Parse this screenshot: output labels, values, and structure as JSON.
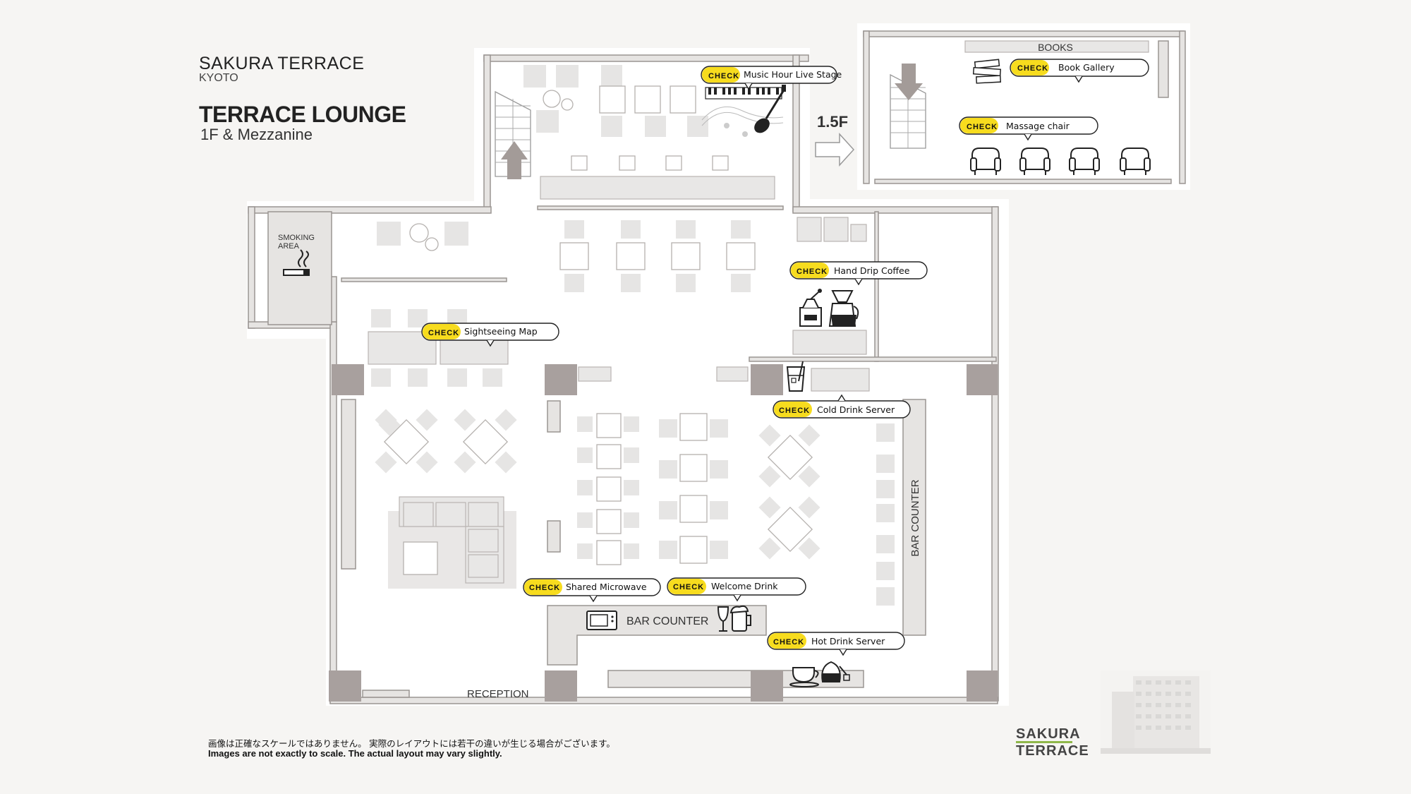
{
  "header": {
    "brand": "SAKURA TERRACE",
    "city": "KYOTO",
    "title": "TERRACE LOUNGE",
    "subtitle": "1F & Mezzanine"
  },
  "map": {
    "smoking_line1": "SMOKING",
    "smoking_line2": "AREA",
    "mezzanine_level": "1.5F",
    "books_label": "BOOKS",
    "reception_label": "RECEPTION",
    "bar_counter_label": "BAR COUNTER",
    "bar_counter_vertical_label": "BAR COUNTER",
    "check_badge": "CHECK",
    "callouts": {
      "music_stage": "Music Hour Live Stage",
      "book_gallery": "Book Gallery",
      "massage_chair": "Massage chair",
      "hand_drip": "Hand Drip Coffee",
      "sightseeing": "Sightseeing Map",
      "cold_drink": "Cold Drink Server",
      "microwave": "Shared Microwave",
      "welcome_drink": "Welcome Drink",
      "hot_drink": "Hot Drink Server"
    },
    "icons": [
      "smoking-icon",
      "piano-icon",
      "guitar-icon",
      "books-icon",
      "massage-chair-icon",
      "coffee-grinder-icon",
      "coffee-dripper-icon",
      "iced-drink-icon",
      "microwave-icon",
      "wine-glass-icon",
      "beer-mug-icon",
      "coffee-cup-icon",
      "teapot-icon",
      "arrow-up-icon",
      "arrow-right-icon",
      "arrow-down-icon"
    ]
  },
  "footer": {
    "note_ja": "画像は正確なスケールではありません。 実際のレイアウトには若干の違いが生じる場合がございます。",
    "note_en": "Images are not exactly to scale. The actual layout may vary slightly.",
    "logo_line1": "SAKURA",
    "logo_line2": "TERRACE"
  },
  "colors": {
    "accent_yellow": "#f7dc1e",
    "wall_gray": "#a8a09e",
    "background": "#f6f5f3"
  }
}
